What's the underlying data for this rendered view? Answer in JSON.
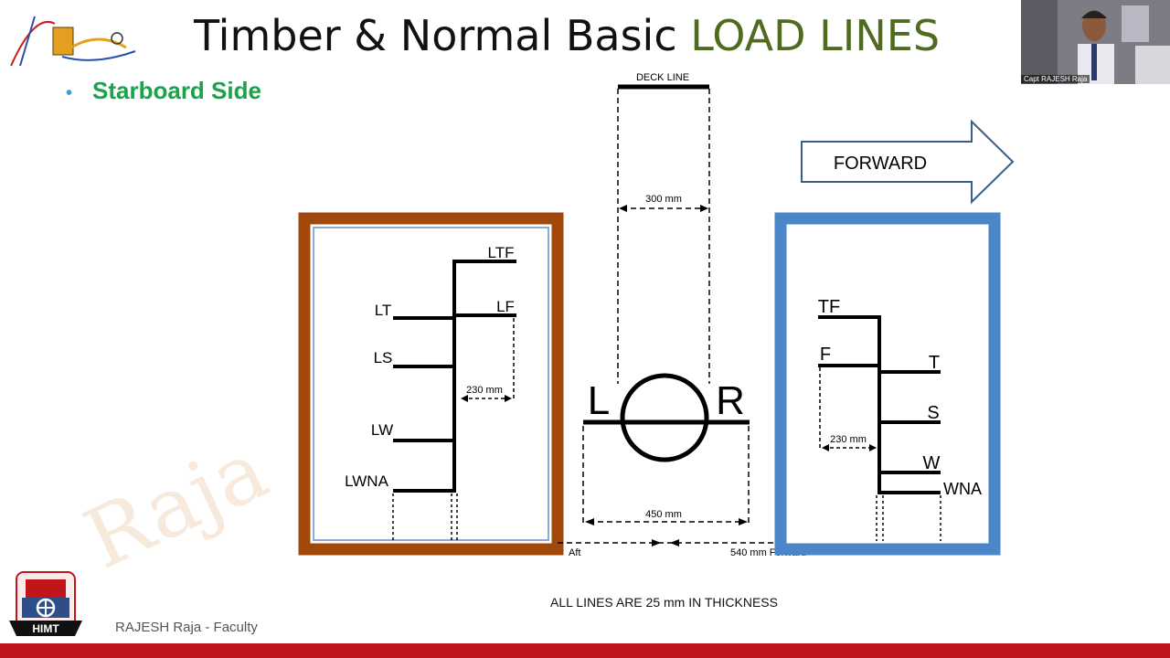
{
  "slide": {
    "title_main": "Timber & Normal Basic ",
    "title_accent": "LOAD LINES",
    "bullet": "Starboard Side",
    "footer": "RAJESH Raja - Faculty",
    "note": "ALL LINES ARE 25 mm IN THICKNESS",
    "watermark": "Raja",
    "logo_text": "HIMT"
  },
  "video": {
    "caption": "Capt RAJESH Raja"
  },
  "diagram": {
    "deck_line": "DECK LINE",
    "deck_width": "300 mm",
    "forward": "FORWARD",
    "disc_left": "L",
    "disc_right": "R",
    "disc_width": "450 mm",
    "aft_label": "Aft",
    "forward_offset": "540 mm Forward",
    "timber_panel": {
      "labels": [
        "LTF",
        "LF",
        "LT",
        "LS",
        "LW",
        "LWNA"
      ],
      "dim": "230 mm",
      "border_color": "#a0490a"
    },
    "normal_panel": {
      "labels": [
        "TF",
        "F",
        "T",
        "S",
        "W",
        "WNA"
      ],
      "dim": "230 mm",
      "border_color": "#4a86c8"
    }
  }
}
